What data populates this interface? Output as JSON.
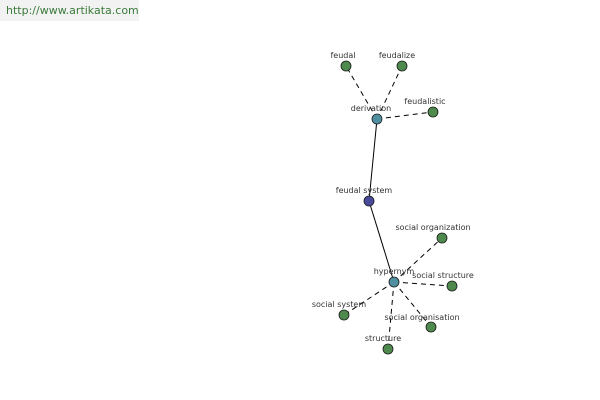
{
  "header": {
    "url": "http://www.artikata.com"
  },
  "colors": {
    "center": "#4a4a9a",
    "relation": "#4f8fa0",
    "leaf": "#4e8a4e",
    "edge": "#000000",
    "url": "#3a7a3a"
  },
  "graph": {
    "nodes": [
      {
        "id": "feudal-system",
        "label": "feudal system",
        "kind": "center"
      },
      {
        "id": "derivation",
        "label": "derivation",
        "kind": "relation"
      },
      {
        "id": "hypernym",
        "label": "hypernym",
        "kind": "relation"
      },
      {
        "id": "feudal",
        "label": "feudal",
        "kind": "leaf"
      },
      {
        "id": "feudalize",
        "label": "feudalize",
        "kind": "leaf"
      },
      {
        "id": "feudalistic",
        "label": "feudalistic",
        "kind": "leaf"
      },
      {
        "id": "social-organization",
        "label": "social organization",
        "kind": "leaf"
      },
      {
        "id": "social-structure",
        "label": "social structure",
        "kind": "leaf"
      },
      {
        "id": "social-system",
        "label": "social system",
        "kind": "leaf"
      },
      {
        "id": "social-organisation",
        "label": "social organisation",
        "kind": "leaf"
      },
      {
        "id": "structure",
        "label": "structure",
        "kind": "leaf"
      }
    ],
    "edges": [
      {
        "from": "feudal-system",
        "to": "derivation",
        "style": "solid"
      },
      {
        "from": "feudal-system",
        "to": "hypernym",
        "style": "solid"
      },
      {
        "from": "derivation",
        "to": "feudal",
        "style": "dashed"
      },
      {
        "from": "derivation",
        "to": "feudalize",
        "style": "dashed"
      },
      {
        "from": "derivation",
        "to": "feudalistic",
        "style": "dashed"
      },
      {
        "from": "hypernym",
        "to": "social-organization",
        "style": "dashed"
      },
      {
        "from": "hypernym",
        "to": "social-structure",
        "style": "dashed"
      },
      {
        "from": "hypernym",
        "to": "social-system",
        "style": "dashed"
      },
      {
        "from": "hypernym",
        "to": "social-organisation",
        "style": "dashed"
      },
      {
        "from": "hypernym",
        "to": "structure",
        "style": "dashed"
      }
    ]
  }
}
